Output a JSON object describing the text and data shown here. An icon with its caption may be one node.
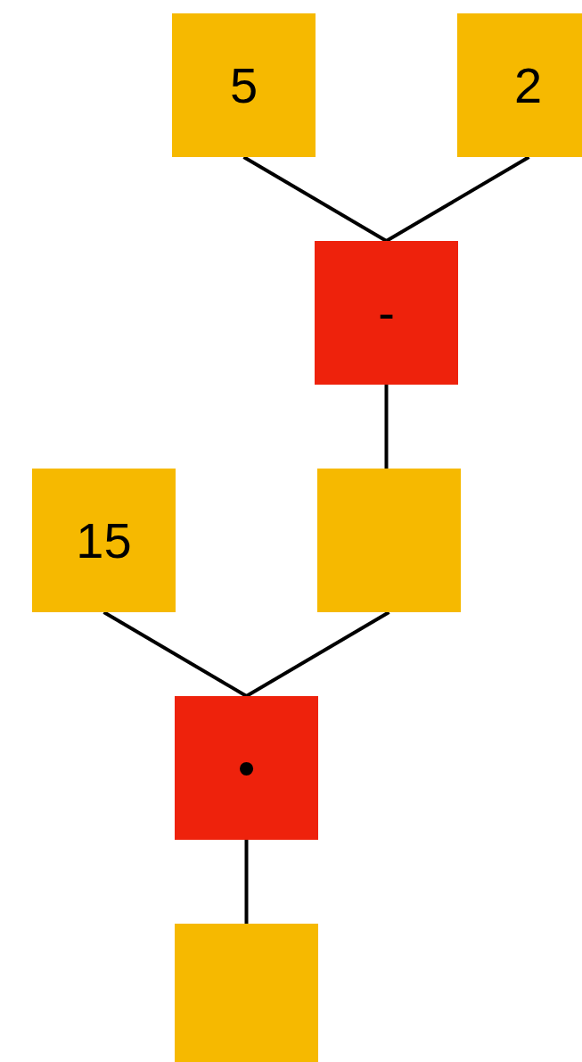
{
  "diagram": {
    "nodes": [
      {
        "text": [
          "5"
        ]
      },
      {
        "text": [
          "2"
        ]
      },
      {
        "text": [
          "-"
        ]
      },
      {
        "text": [
          "15"
        ]
      },
      {
        "text": [],
        "shape": "box"
      },
      {
        "text": [
          "•"
        ]
      },
      {
        "text": [],
        "shape": "box"
      }
    ],
    "edges": [
      {
        "from": 0,
        "to": 2,
        "arrow": "none"
      },
      {
        "from": 1,
        "to": 2,
        "arrow": "none"
      },
      {
        "from": 2,
        "to": 4,
        "arrow": "none"
      },
      {
        "from": 3,
        "to": 5,
        "arrow": "none"
      },
      {
        "from": 4,
        "to": 5,
        "arrow": "none"
      },
      {
        "from": 5,
        "to": 6,
        "arrow": "none"
      }
    ]
  }
}
